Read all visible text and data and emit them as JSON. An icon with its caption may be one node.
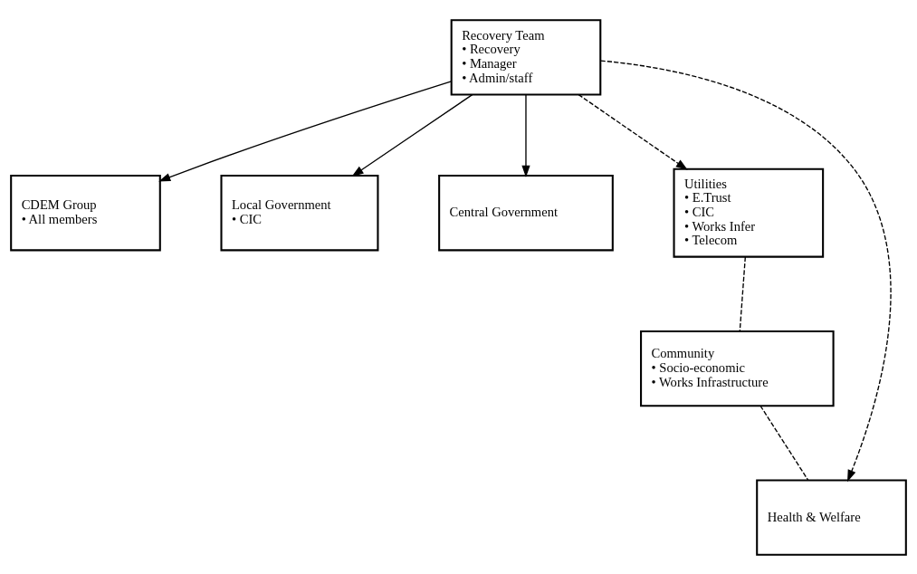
{
  "diagram": {
    "nodes": [
      {
        "text": [
          "Recovery Team",
          "• Recovery",
          "• Manager",
          "• Admin/staff"
        ]
      },
      {
        "text": [
          "CDEM Group",
          "• All members"
        ]
      },
      {
        "text": [
          "Local Government",
          "• CIC"
        ]
      },
      {
        "text": [
          "Central Government"
        ]
      },
      {
        "text": [
          "Utilities",
          "• E.Trust",
          "• CIC",
          "• Works Infer",
          "• Telecom"
        ]
      },
      {
        "text": [
          "Community",
          "• Socio-economic",
          "• Works Infrastructure"
        ]
      },
      {
        "text": [
          "Health & Welfare"
        ]
      }
    ],
    "edges": [
      {
        "from": 0,
        "to": 1,
        "arrow": "to"
      },
      {
        "from": 0,
        "to": 2,
        "arrow": "to"
      },
      {
        "from": 0,
        "to": 3,
        "arrow": "to"
      },
      {
        "from": 0,
        "to": 4,
        "arrow": "to",
        "style": "dashed"
      },
      {
        "from": 0,
        "to": 6,
        "arrow": "to",
        "style": "dashed"
      },
      {
        "from": 4,
        "to": 5,
        "arrow": "none",
        "style": "dashed"
      },
      {
        "from": 5,
        "to": 6,
        "arrow": "none",
        "style": "dashed"
      }
    ]
  }
}
